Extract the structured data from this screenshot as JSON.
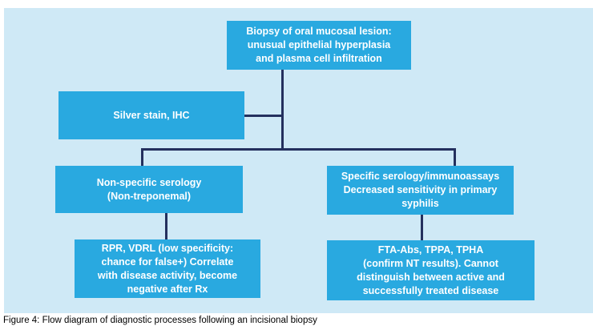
{
  "colors": {
    "page-bg": "#ffffff",
    "panel-bg": "#cfe9f6",
    "node-bg": "#29a9e0",
    "node-text": "#ffffff",
    "connector": "#24305e",
    "caption-text": "#000000"
  },
  "diagram": {
    "nodes": {
      "biopsy": {
        "lines": [
          "Biopsy of oral mucosal lesion:",
          "unusual epithelial hyperplasia",
          "and plasma cell infiltration"
        ]
      },
      "silver_stain": {
        "lines": [
          "Silver stain, IHC"
        ]
      },
      "non_specific": {
        "lines": [
          "Non-specific serology",
          "(Non-treponemal)"
        ]
      },
      "specific": {
        "lines": [
          "Specific serology/immunoassays",
          "Decreased sensitivity in primary",
          "syphilis"
        ]
      },
      "rpr_vdrl": {
        "lines": [
          "RPR, VDRL (low specificity:",
          "chance for false+) Correlate",
          "with disease activity, become",
          "negative after Rx"
        ]
      },
      "fta_abs": {
        "lines": [
          "FTA-Abs, TPPA, TPHA",
          "(confirm NT results). Cannot",
          "distinguish between active and",
          "successfully treated disease"
        ]
      }
    }
  },
  "caption": "Figure 4: Flow diagram of diagnostic processes following an incisional biopsy"
}
